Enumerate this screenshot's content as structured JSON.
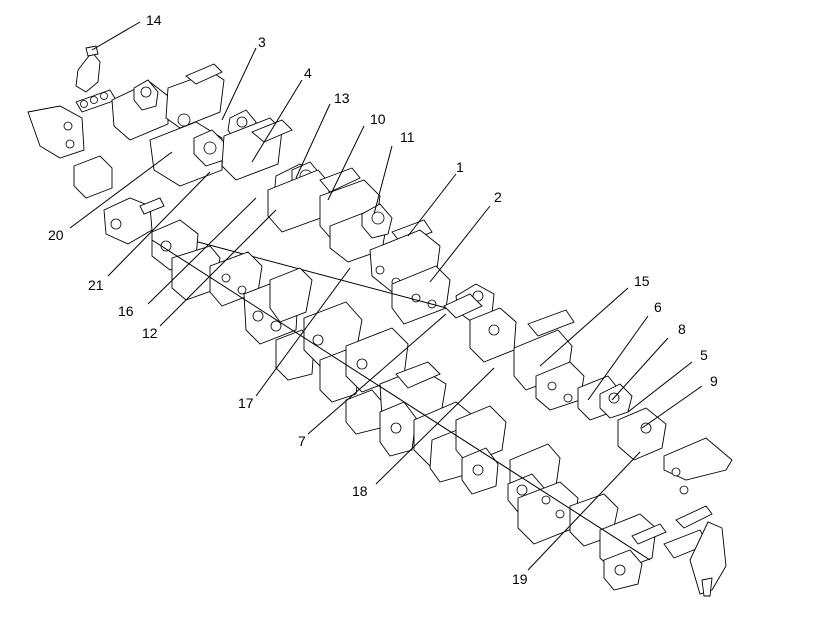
{
  "callouts": [
    {
      "id": "c14",
      "label": "14"
    },
    {
      "id": "c3",
      "label": "3"
    },
    {
      "id": "c4",
      "label": "4"
    },
    {
      "id": "c13",
      "label": "13"
    },
    {
      "id": "c10",
      "label": "10"
    },
    {
      "id": "c11",
      "label": "11"
    },
    {
      "id": "c1",
      "label": "1"
    },
    {
      "id": "c2",
      "label": "2"
    },
    {
      "id": "c20",
      "label": "20"
    },
    {
      "id": "c21",
      "label": "21"
    },
    {
      "id": "c16",
      "label": "16"
    },
    {
      "id": "c12",
      "label": "12"
    },
    {
      "id": "c15",
      "label": "15"
    },
    {
      "id": "c6",
      "label": "6"
    },
    {
      "id": "c8",
      "label": "8"
    },
    {
      "id": "c5",
      "label": "5"
    },
    {
      "id": "c9",
      "label": "9"
    },
    {
      "id": "c17",
      "label": "17"
    },
    {
      "id": "c7",
      "label": "7"
    },
    {
      "id": "c18",
      "label": "18"
    },
    {
      "id": "c19",
      "label": "19"
    }
  ]
}
